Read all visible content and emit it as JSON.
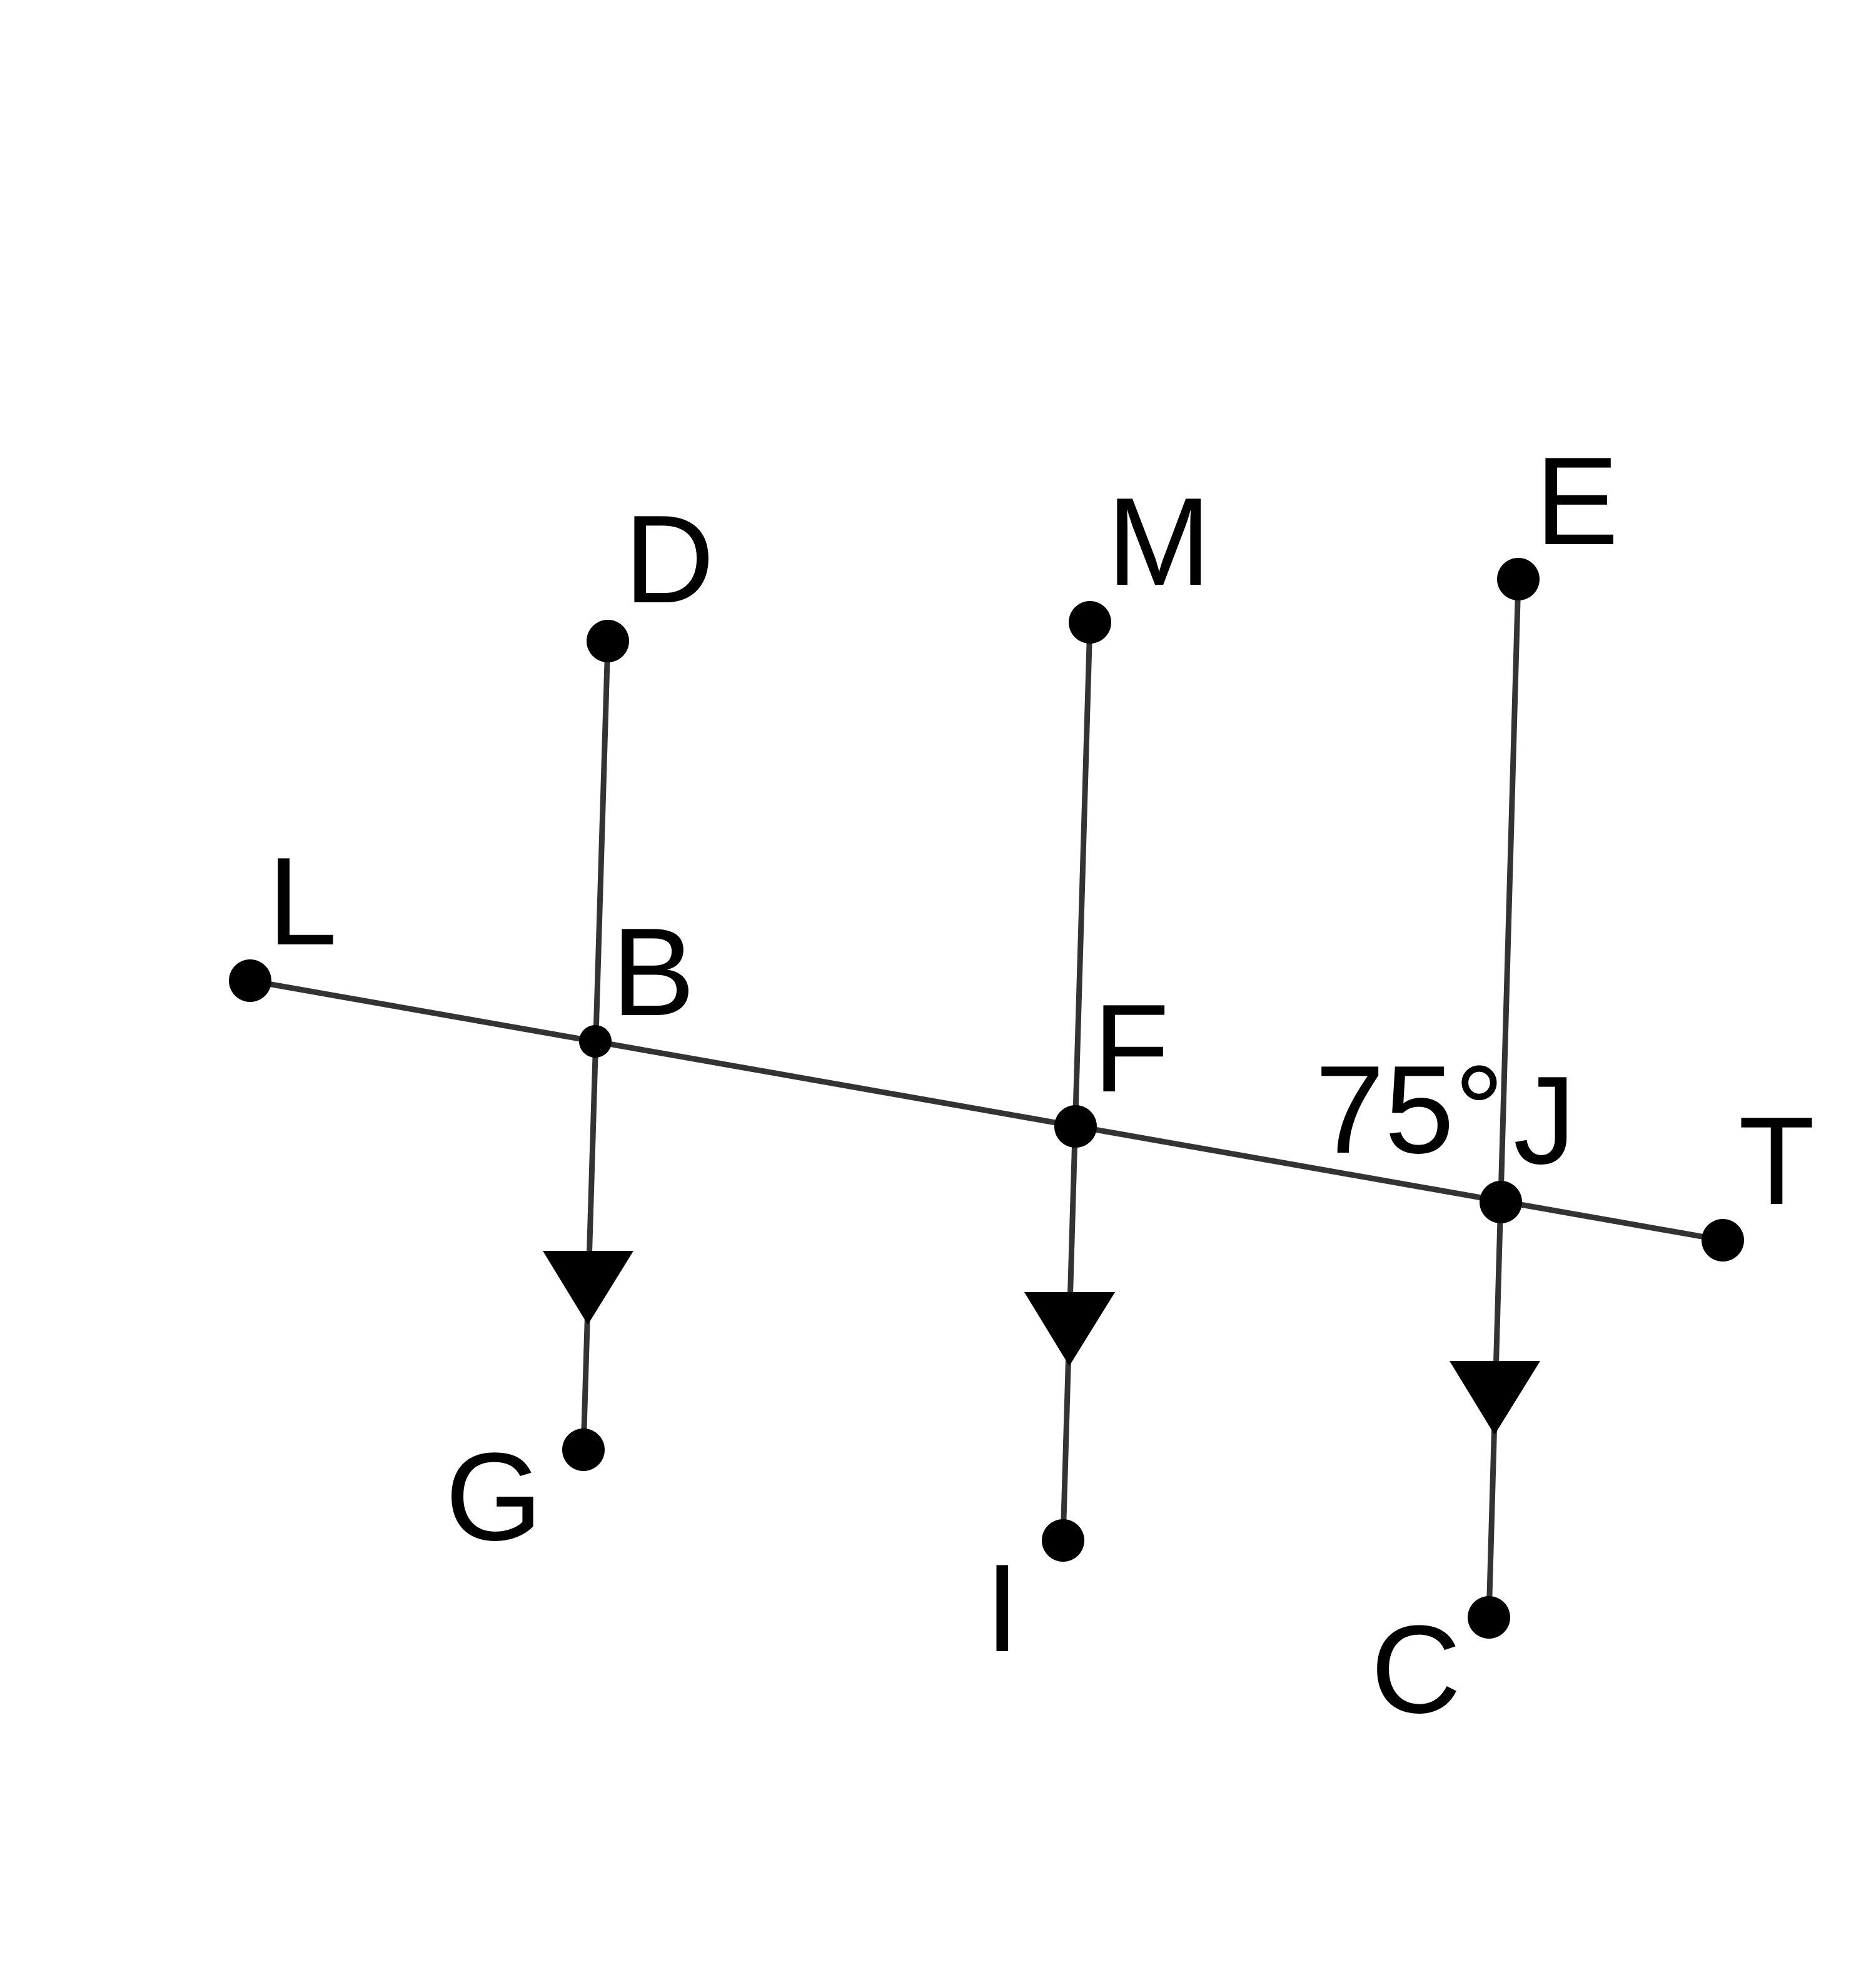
{
  "points": {
    "L": "L",
    "B": "B",
    "F": "F",
    "J": "J",
    "T": "T",
    "D": "D",
    "G": "G",
    "M": "M",
    "I": "I",
    "E": "E",
    "C": "C"
  },
  "angle_label": "75°",
  "colors": {
    "line": "#333333",
    "point": "#000000",
    "background": "#ffffff"
  }
}
